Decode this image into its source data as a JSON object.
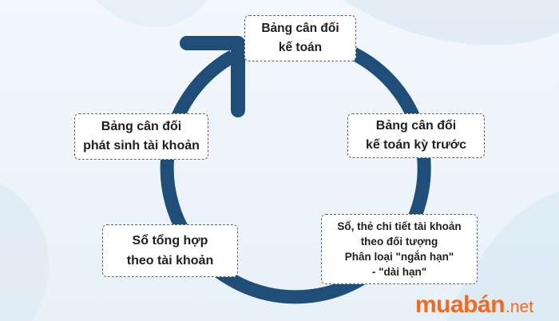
{
  "diagram": {
    "nodes": [
      {
        "id": "top",
        "lines": [
          "Bảng cân đối",
          "kế toán"
        ]
      },
      {
        "id": "right",
        "lines": [
          "Bảng cân đối",
          "kế toán kỳ trước"
        ]
      },
      {
        "id": "bottom_right",
        "lines": [
          "Sổ, thẻ chi tiết tài khoản",
          "theo đối tượng",
          "Phân loại \"ngắn hạn\"",
          "- \"dài hạn\""
        ]
      },
      {
        "id": "bottom_left",
        "lines": [
          "Sổ tổng hợp",
          "theo tài khoản"
        ]
      },
      {
        "id": "left",
        "lines": [
          "Bảng cân đối",
          "phát sinh tài khoản"
        ]
      }
    ],
    "cycle_color": "#1f4e79",
    "flow": "clockwise"
  },
  "brand": {
    "name": "muabán",
    "tld": ".net",
    "color": "#f26a21"
  }
}
